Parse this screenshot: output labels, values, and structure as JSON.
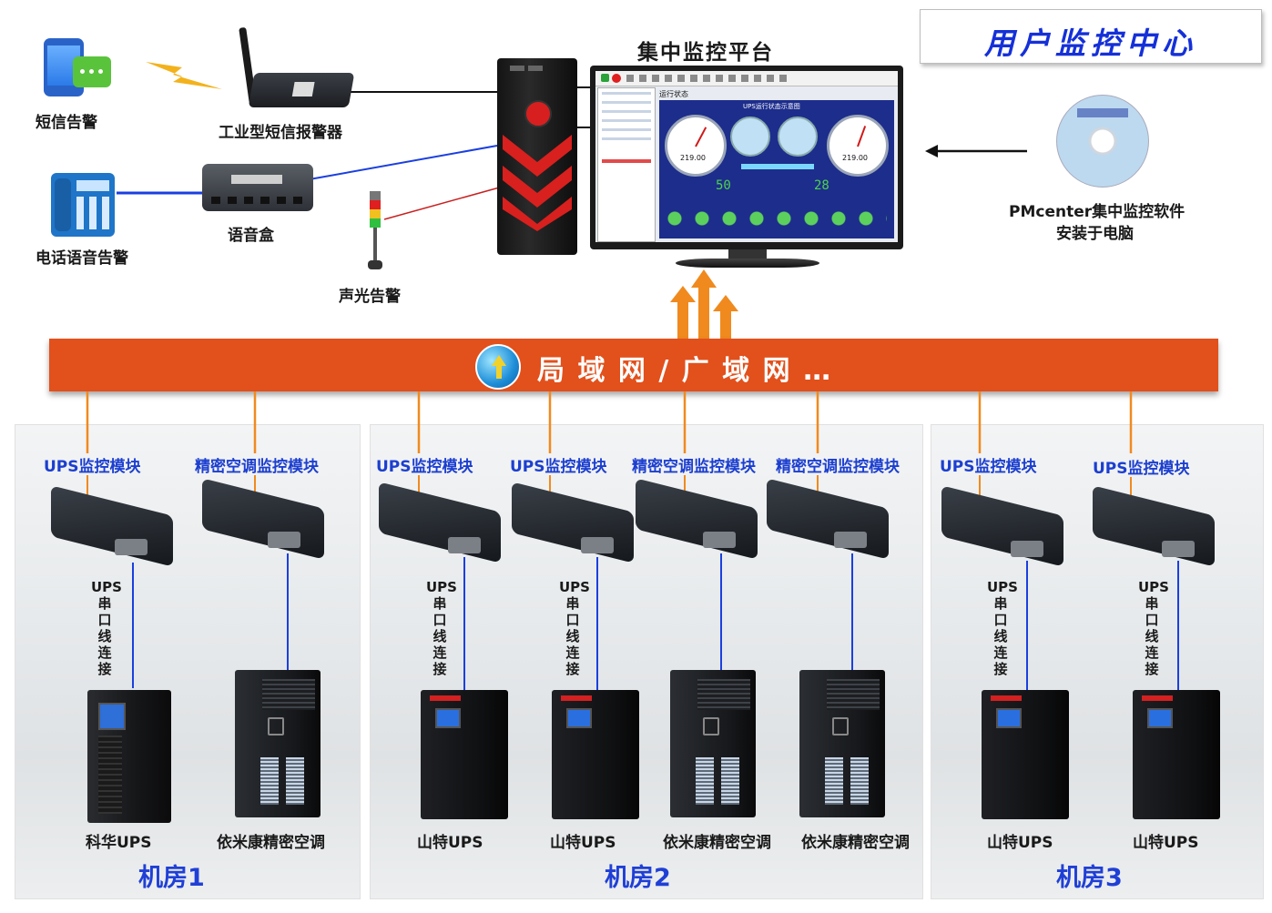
{
  "header": {
    "title": "用户监控中心",
    "platform": "集中监控平台"
  },
  "alarms": {
    "sms": "短信告警",
    "sms_device": "工业型短信报警器",
    "phone": "电话语音告警",
    "voice_box": "语音盒",
    "sound_light": "声光告警"
  },
  "software": {
    "line1": "PMcenter集中监控软件",
    "line2": "安装于电脑"
  },
  "network": {
    "label": "局 域 网 / 广 域 网 …"
  },
  "cable": {
    "top": "UPS",
    "chars": [
      "串",
      "口",
      "线",
      "连",
      "接"
    ]
  },
  "rooms": [
    {
      "title": "机房1",
      "modules": [
        "UPS监控模块",
        "精密空调监控模块"
      ],
      "equipment": [
        "科华UPS",
        "依米康精密空调"
      ]
    },
    {
      "title": "机房2",
      "modules": [
        "UPS监控模块",
        "UPS监控模块",
        "精密空调监控模块",
        "精密空调监控模块"
      ],
      "equipment": [
        "山特UPS",
        "山特UPS",
        "依米康精密空调",
        "依米康精密空调"
      ]
    },
    {
      "title": "机房3",
      "modules": [
        "UPS监控模块",
        "UPS监控模块"
      ],
      "equipment": [
        "山特UPS",
        "山特UPS"
      ]
    }
  ],
  "screen": {
    "tab": "运行状态",
    "gauge_title": "UPS运行状态示意图",
    "gauge_left": "219.00",
    "gauge_right": "219.00",
    "digit_left": "50",
    "digit_right": "28"
  },
  "colors": {
    "network_bar": "#e2501c",
    "room_title": "#1f3fd6",
    "module_label": "#1c3fd0",
    "wire_orange": "#f08a1e",
    "wire_blue": "#1a3fe0"
  }
}
